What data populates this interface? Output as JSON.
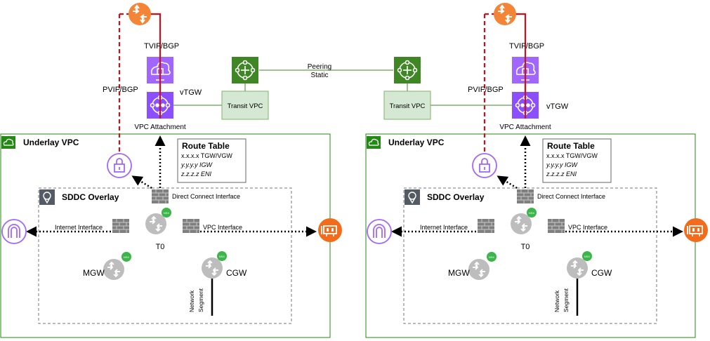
{
  "top": {
    "peering_line1": "Peering",
    "peering_line2": "Static"
  },
  "sides": [
    {
      "tvif_label": "TVIF/BGP",
      "pvif_label": "PVIF/BGP",
      "vtgw_label": "vTGW",
      "vpc_attachment_label": "VPC Attachment",
      "transit_vpc_label": "Transit VPC",
      "underlay_vpc_label": "Underlay VPC",
      "route_table": {
        "title": "Route Table",
        "row1": "x.x.x.x  TGW/VGW",
        "row2": "y.y.y.y IGW",
        "row3": "z.z.z.z ENI"
      },
      "sddc_overlay_label": "SDDC Overlay",
      "direct_connect_label": "Direct Connect Interface",
      "internet_interface_label": "Internet Interface",
      "vpc_interface_label": "VPC Interface",
      "t0_label": "T0",
      "mgw_label": "MGW",
      "cgw_label": "CGW",
      "nsx_badge": "NSX",
      "network_segment_line1": "Network",
      "network_segment_line2": "Segment"
    },
    {
      "tvif_label": "TVIF/BGP",
      "pvif_label": "PVIF/BGP",
      "vtgw_label": "vTGW",
      "vpc_attachment_label": "VPC Attachment",
      "transit_vpc_label": "Transit VPC",
      "underlay_vpc_label": "Underlay VPC",
      "route_table": {
        "title": "Route Table",
        "row1": "x.x.x.x  TGW/VGW",
        "row2": "y.y.y.y IGW",
        "row3": "z.z.z.z ENI"
      },
      "sddc_overlay_label": "SDDC Overlay",
      "direct_connect_label": "Direct Connect Interface",
      "internet_interface_label": "Internet Interface",
      "vpc_interface_label": "VPC Interface",
      "t0_label": "T0",
      "mgw_label": "MGW",
      "cgw_label": "CGW",
      "nsx_badge": "NSX",
      "network_segment_line1": "Network",
      "network_segment_line2": "Segment"
    }
  ],
  "colors": {
    "router_orange": "#f58536",
    "red_link": "#c7131f",
    "purple_icon": "#8c4fff",
    "purple_light": "#a166ff",
    "green_hub": "#3f8624",
    "transit_fill": "#d5e8d4",
    "transit_border": "#82b366",
    "underlay_border": "#248814",
    "nsx_green": "#3cb54a",
    "gray_firewall": "#8a8a8a",
    "gray_router": "#b5b5b5"
  }
}
